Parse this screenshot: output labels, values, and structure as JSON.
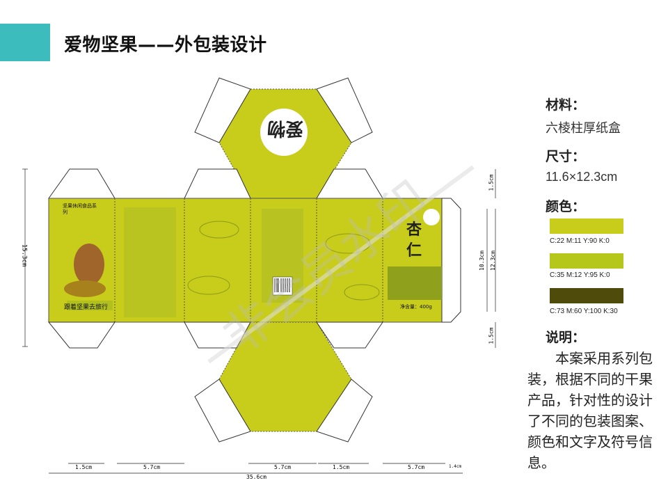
{
  "header": {
    "title": "爱物坚果——外包装设计"
  },
  "dieline": {
    "brand_text": "跟着坚果去旅行",
    "series_text": "坚果休闲食品系列",
    "product_name": "杏仁",
    "net_weight": "净含量：400g",
    "watermark": "非会员水印",
    "logo_text": "爱物",
    "dims": {
      "height_total": "15.3cm",
      "side_height": "12.3cm",
      "inner_height": "10.3cm",
      "flap": "1.5cm",
      "width_total": "35.6cm",
      "bottom_segments": [
        "1.5cm",
        "5.7cm",
        "5.7cm",
        "1.5cm",
        "5.7cm",
        "1.4cm"
      ]
    }
  },
  "specs": {
    "material_label": "材料：",
    "material_value": "六棱柱厚纸盒",
    "size_label": "尺寸：",
    "size_value": "11.6×12.3cm",
    "color_label": "颜色：",
    "colors": [
      {
        "hex": "#c8cc1a",
        "label": "C:22 M:11 Y:90 K:0"
      },
      {
        "hex": "#b6c71c",
        "label": "C:35 M:12 Y:95 K:0"
      },
      {
        "hex": "#4f4c0b",
        "label": "C:73 M:60 Y:100 K:30"
      }
    ],
    "note_label": "说明：",
    "note_text": "本案采用系列包装，根据不同的干果产品，针对性的设计了不同的包装图案、颜色和文字及符号信息。"
  }
}
